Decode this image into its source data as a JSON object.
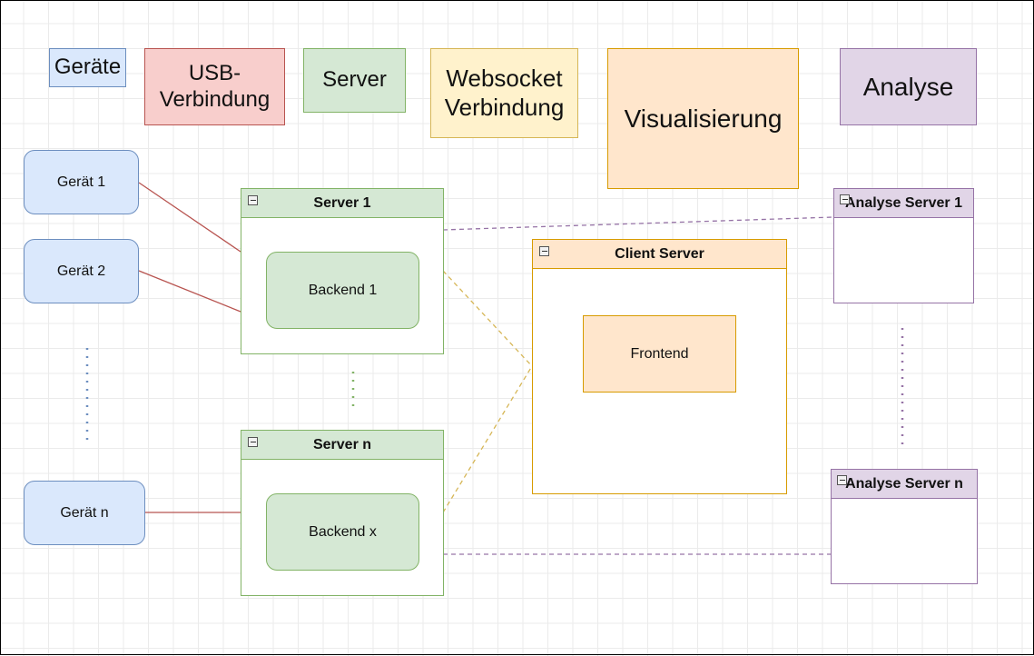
{
  "legend": {
    "geraete": "Geräte",
    "usb": "USB-\nVerbindung",
    "server": "Server",
    "websocket": "Websocket\nVerbindung",
    "visualisierung": "Visualisierung",
    "analyse": "Analyse"
  },
  "devices": {
    "geraet_1": "Gerät 1",
    "geraet_2": "Gerät 2",
    "geraet_n": "Gerät n"
  },
  "servers": {
    "server_1": {
      "title": "Server 1",
      "backend": "Backend 1"
    },
    "server_n": {
      "title": "Server n",
      "backend": "Backend x"
    }
  },
  "client_server": {
    "title": "Client Server",
    "frontend": "Frontend"
  },
  "analyse_servers": {
    "analyse_1": "Analyse Server 1",
    "analyse_n": "Analyse Server n"
  },
  "colors": {
    "geraete_fill": "#dae8fc",
    "geraete_stroke": "#6c8ebf",
    "usb_fill": "#f8cecc",
    "usb_stroke": "#b85450",
    "server_fill": "#d5e8d4",
    "server_stroke": "#82b366",
    "websocket_fill": "#fff2cc",
    "websocket_stroke": "#d6b656",
    "vis_fill": "#ffe6cc",
    "vis_stroke": "#d79b00",
    "analyse_fill": "#e1d5e7",
    "analyse_stroke": "#9673a6"
  }
}
